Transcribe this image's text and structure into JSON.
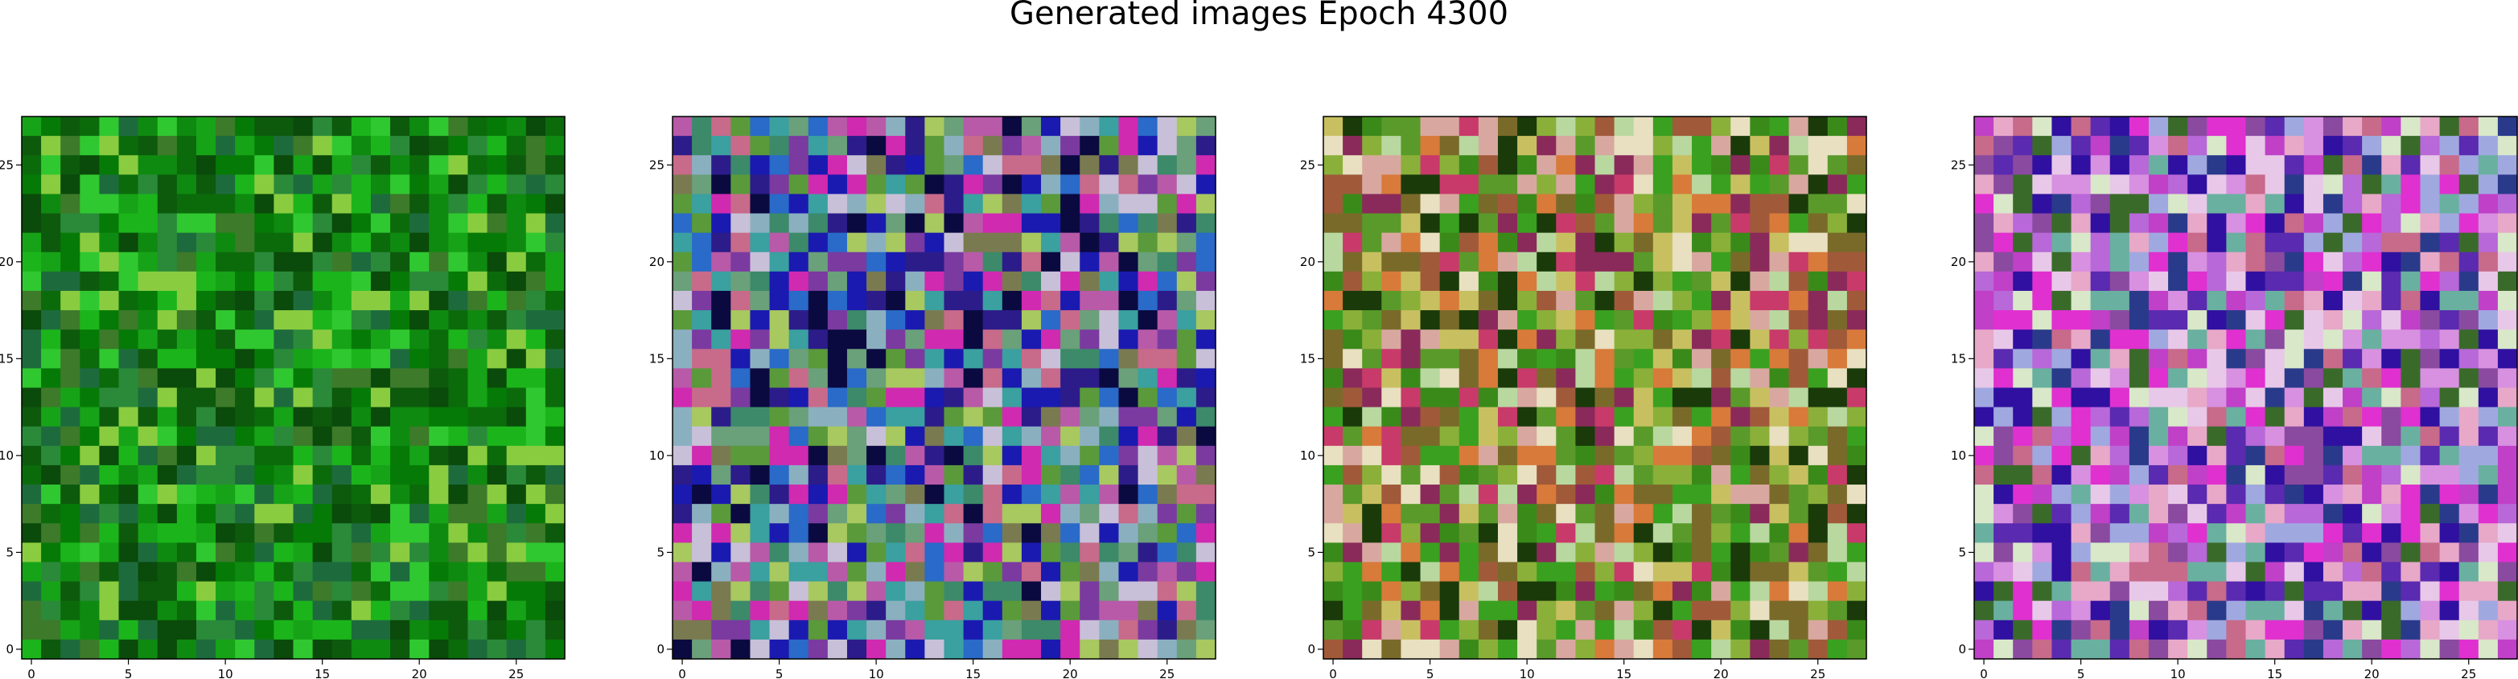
{
  "figure": {
    "title": "Generated images Epoch 4300"
  },
  "chart_data": [
    {
      "type": "heatmap",
      "title": "",
      "xlabel": "",
      "ylabel": "",
      "size": [
        28,
        28
      ],
      "xticks": [
        0,
        5,
        10,
        15,
        20,
        25
      ],
      "yticks": [
        0,
        5,
        10,
        15,
        20,
        25
      ],
      "xlim": [
        -0.5,
        27.5
      ],
      "ylim": [
        27.5,
        -0.5
      ],
      "palette": [
        "#0b6b0b",
        "#0f8a10",
        "#17a317",
        "#067a06",
        "#0d5a0d",
        "#1bb51b",
        "#0a4a0a",
        "#2a8a3a",
        "#30c830",
        "#3d7a2a",
        "#1d6b3d",
        "#8acc40"
      ],
      "seed": 11
    },
    {
      "type": "heatmap",
      "title": "",
      "xlabel": "",
      "ylabel": "",
      "size": [
        28,
        28
      ],
      "xticks": [
        0,
        5,
        10,
        15,
        20,
        25
      ],
      "yticks": [
        0,
        5,
        10,
        15,
        20,
        25
      ],
      "xlim": [
        -0.5,
        27.5
      ],
      "ylim": [
        27.5,
        -0.5
      ],
      "palette": [
        "#1a1ab0",
        "#2c1c8a",
        "#7a3aa0",
        "#b85aa8",
        "#6aa07a",
        "#3c8a6a",
        "#c8c0d8",
        "#8ab0c0",
        "#5a9a3a",
        "#c86a8a",
        "#0a0a40",
        "#2a6ac8",
        "#a8c860",
        "#3aa0a0",
        "#d02ab0",
        "#7a7a50"
      ],
      "seed": 23
    },
    {
      "type": "heatmap",
      "title": "",
      "xlabel": "",
      "ylabel": "",
      "size": [
        28,
        28
      ],
      "xticks": [
        0,
        5,
        10,
        15,
        20,
        25
      ],
      "yticks": [
        0,
        5,
        10,
        15,
        20,
        25
      ],
      "xlim": [
        -0.5,
        27.5
      ],
      "ylim": [
        27.5,
        -0.5
      ],
      "palette": [
        "#5a9a2a",
        "#8ab03a",
        "#3a8a1a",
        "#c8c060",
        "#d8a8a0",
        "#e8e0c0",
        "#a05a3a",
        "#c83a6a",
        "#1a3a0a",
        "#7a6a2a",
        "#b8d8a0",
        "#d87a3a",
        "#3aa020",
        "#8a2a5a"
      ],
      "seed": 37
    },
    {
      "type": "heatmap",
      "title": "",
      "xlabel": "",
      "ylabel": "",
      "size": [
        28,
        28
      ],
      "xticks": [
        0,
        5,
        10,
        15,
        20,
        25
      ],
      "yticks": [
        0,
        5,
        10,
        15,
        20,
        25
      ],
      "xlim": [
        -0.5,
        27.5
      ],
      "ylim": [
        27.5,
        -0.5
      ],
      "palette": [
        "#b868d8",
        "#d890e0",
        "#e8c8e8",
        "#c040c8",
        "#5a2ab0",
        "#3010a0",
        "#e030d0",
        "#a0a8e0",
        "#d8e8c8",
        "#8a4aa0",
        "#2a3a8a",
        "#c86a8a",
        "#6ab0a0",
        "#e8a8c8",
        "#3a6a2a"
      ],
      "seed": 51
    }
  ]
}
